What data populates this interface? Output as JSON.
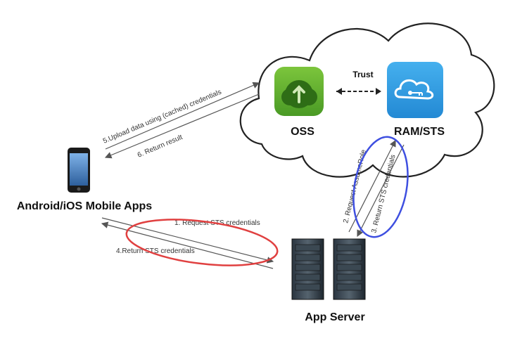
{
  "nodes": {
    "oss": {
      "label": "OSS"
    },
    "ram_sts": {
      "label": "RAM/STS"
    },
    "mobile_app": {
      "label": "Android/iOS Mobile Apps"
    },
    "app_server": {
      "label": "App Server"
    }
  },
  "relations": {
    "trust": "Trust"
  },
  "edges": {
    "upload_data": "5.Upload data using (cached) credentials",
    "return_result": "6. Return result",
    "request_sts": "1. Request STS credentials",
    "return_sts_mobile": "4.Return STS credentials",
    "request_assumerole": "2. Request AssumeRole",
    "return_sts_server": "3. Return STS credentials"
  },
  "colors": {
    "oss_icon": "#5aa72a",
    "sts_icon": "#2f9be0",
    "highlight_red": "#e04040",
    "highlight_blue": "#3e4fe0",
    "arrow": "#555555"
  }
}
